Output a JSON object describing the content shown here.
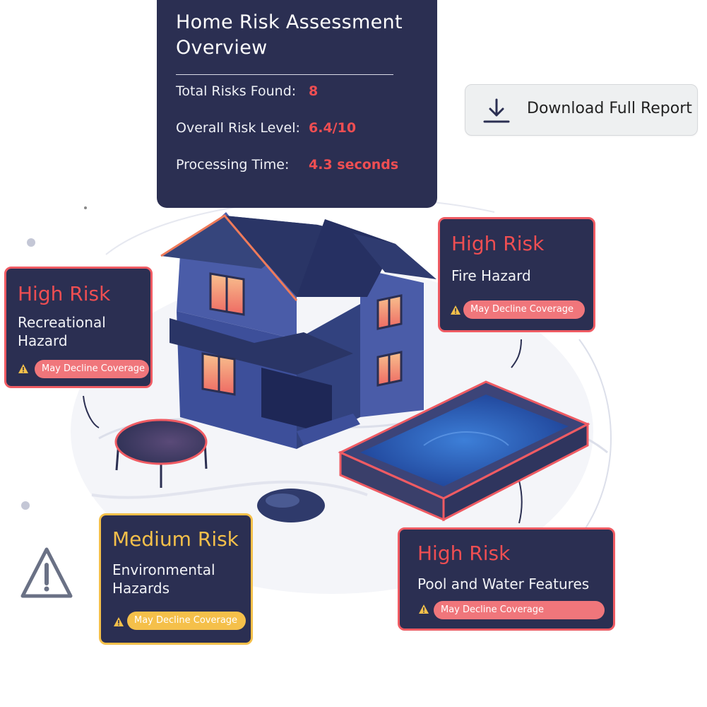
{
  "overview": {
    "title": "Home Risk Assessment Overview",
    "stats": [
      {
        "label": "Total Risks Found:",
        "value": "8"
      },
      {
        "label": "Overall Risk Level:",
        "value": "6.4/10"
      },
      {
        "label": "Processing Time:",
        "value": "4.3 seconds"
      }
    ]
  },
  "download": {
    "label": "Download Full Report",
    "icon": "download-icon"
  },
  "cards": {
    "recreational": {
      "level": "High Risk",
      "category": "Recreational Hazard",
      "badge": "May Decline Coverage"
    },
    "fire": {
      "level": "High Risk",
      "category": "Fire Hazard",
      "badge": "May Decline Coverage"
    },
    "environmental": {
      "level": "Medium Risk",
      "category": "Environmental Hazards",
      "badge": "May Decline Coverage"
    },
    "pool": {
      "level": "High Risk",
      "category": "Pool and Water Features",
      "badge": "May Decline Coverage"
    }
  },
  "colors": {
    "panel": "#2b2f52",
    "high": "#ef4e52",
    "medium": "#f5c04a",
    "pill_high": "#f0767b"
  }
}
